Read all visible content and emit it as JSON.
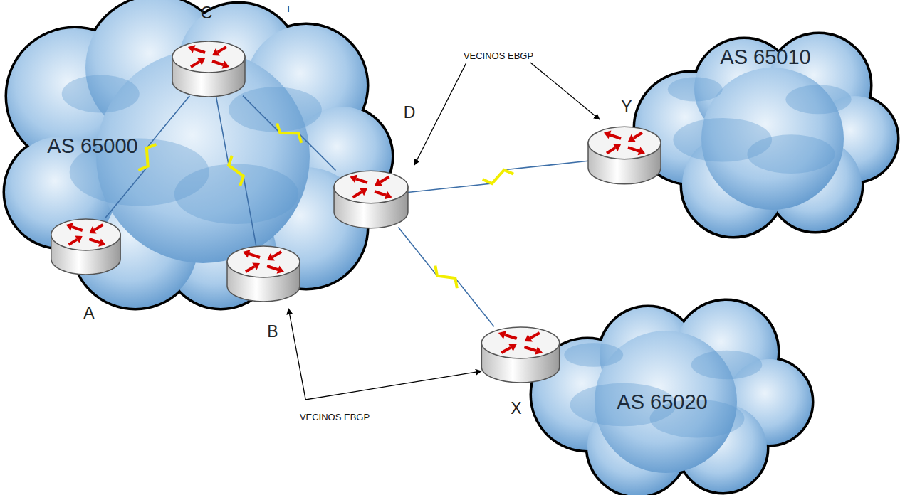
{
  "diagram": {
    "nodes": [
      {
        "text": [
          "AS 65000"
        ]
      },
      {
        "text": [
          "C"
        ],
        "in": 0
      },
      {
        "text": [
          "A"
        ],
        "in": 0
      },
      {
        "text": [
          "B"
        ],
        "in": 0
      },
      {
        "text": [
          "D"
        ]
      },
      {
        "text": [
          "AS 65010"
        ]
      },
      {
        "text": [
          "Y"
        ],
        "in": 5
      },
      {
        "text": [
          "AS 65020"
        ]
      },
      {
        "text": [
          "X"
        ],
        "in": 7
      }
    ],
    "edges": [
      {
        "from": 1,
        "to": 2,
        "arrow": "none"
      },
      {
        "from": 1,
        "to": 3,
        "arrow": "none"
      },
      {
        "from": 1,
        "to": 4,
        "arrow": "none"
      },
      {
        "from": 4,
        "to": 6,
        "arrow": "none"
      },
      {
        "from": 4,
        "to": 8,
        "arrow": "none"
      },
      {
        "from": 3,
        "to": 8,
        "label": "VECINOS EBGP",
        "arrow": "both"
      }
    ],
    "labels": [
      "VECINOS EBGP",
      "I"
    ]
  }
}
